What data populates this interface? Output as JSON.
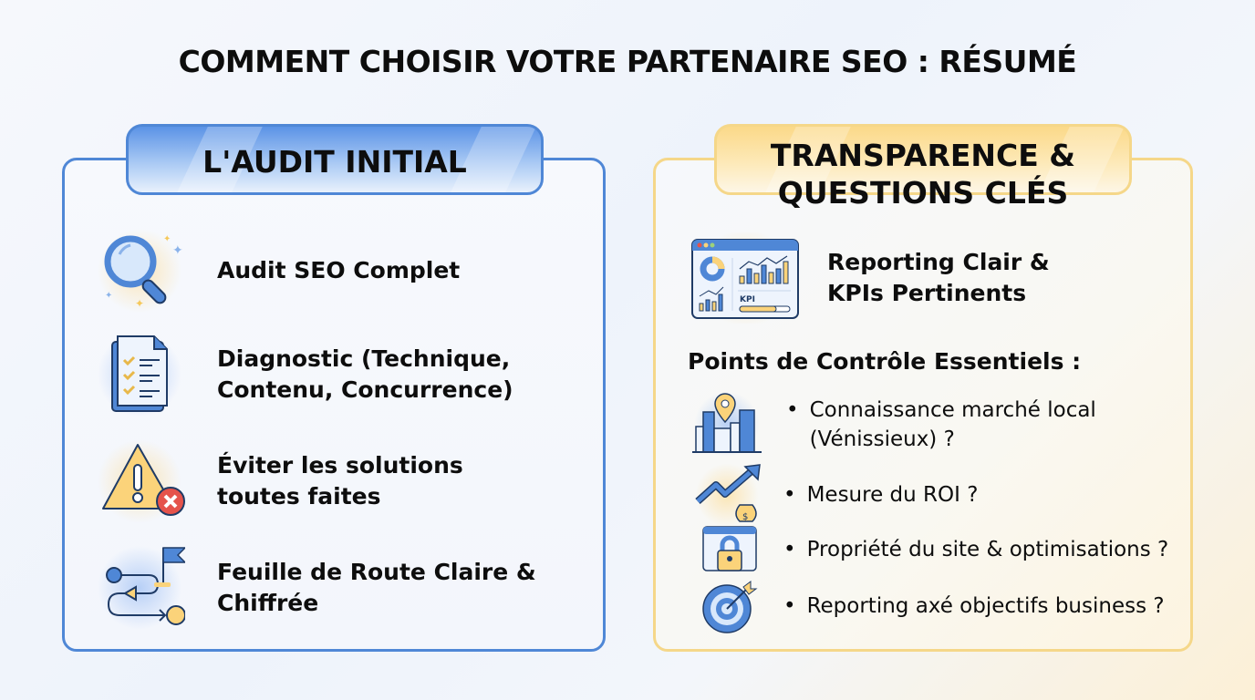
{
  "title": "COMMENT CHOISIR VOTRE PARTENAIRE SEO : RÉSUMÉ",
  "left_panel": {
    "heading": "L'AUDIT INITIAL",
    "accent_color": "#4f87d6",
    "items": [
      {
        "icon": "magnifier-icon",
        "label": "Audit SEO Complet"
      },
      {
        "icon": "checklist-document-icon",
        "label": "Diagnostic (Technique, Contenu, Concurrence)"
      },
      {
        "icon": "warning-error-icon",
        "label": "Éviter les solutions toutes faites"
      },
      {
        "icon": "roadmap-flag-icon",
        "label": "Feuille de Route Claire & Chiffrée"
      }
    ]
  },
  "right_panel": {
    "heading_line1": "TRANSPARENCE &",
    "heading_line2": "QUESTIONS CLÉS",
    "accent_color": "#f5d789",
    "feature": {
      "icon": "dashboard-report-icon",
      "label": "Reporting Clair & KPIs Pertinents",
      "kpi_text": "KPI"
    },
    "subheading": "Points de Contrôle Essentiels :",
    "checkpoints": [
      {
        "icon": "city-location-icon",
        "line1": "Connaissance marché local",
        "line2": "(Vénissieux) ?"
      },
      {
        "icon": "growth-money-icon",
        "line1": "Mesure du ROI ?"
      },
      {
        "icon": "website-lock-icon",
        "line1": "Propriété du site & optimisations ?"
      },
      {
        "icon": "target-arrow-icon",
        "line1": "Reporting axé objectifs business ?"
      }
    ],
    "bullet": "•"
  }
}
